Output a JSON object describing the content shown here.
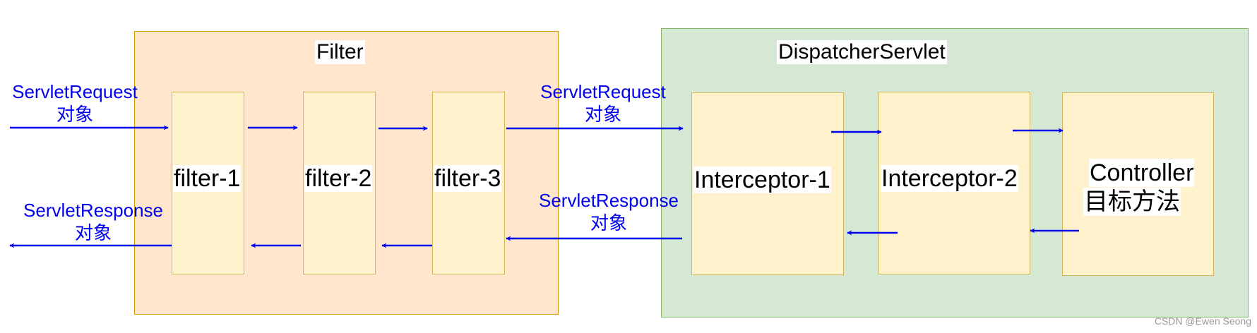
{
  "colors": {
    "filter_group_fill": "#ffe6cc",
    "filter_group_border": "#d79b00",
    "dispatcher_group_fill": "#d5e8d4",
    "dispatcher_group_border": "#82b366",
    "node_fill": "#fff2cc",
    "node_border": "#d6b656",
    "arrow": "#0000ee"
  },
  "groups": {
    "filter": {
      "title": "Filter"
    },
    "dispatcher": {
      "title": "DispatcherServlet"
    }
  },
  "nodes": {
    "filter1": "filter-1",
    "filter2": "filter-2",
    "filter3": "filter-3",
    "interceptor1": "Interceptor-1",
    "interceptor2": "Interceptor-2",
    "controller_line1": "Controller",
    "controller_line2": "目标方法"
  },
  "edge_labels": {
    "request_in": {
      "line1": "ServletRequest",
      "line2": "对象"
    },
    "response_out": {
      "line1": "ServletResponse",
      "line2": "对象"
    },
    "request_mid": {
      "line1": "ServletRequest",
      "line2": "对象"
    },
    "response_mid": {
      "line1": "ServletResponse",
      "line2": "对象"
    }
  },
  "watermark": "CSDN @Ewen Seong"
}
